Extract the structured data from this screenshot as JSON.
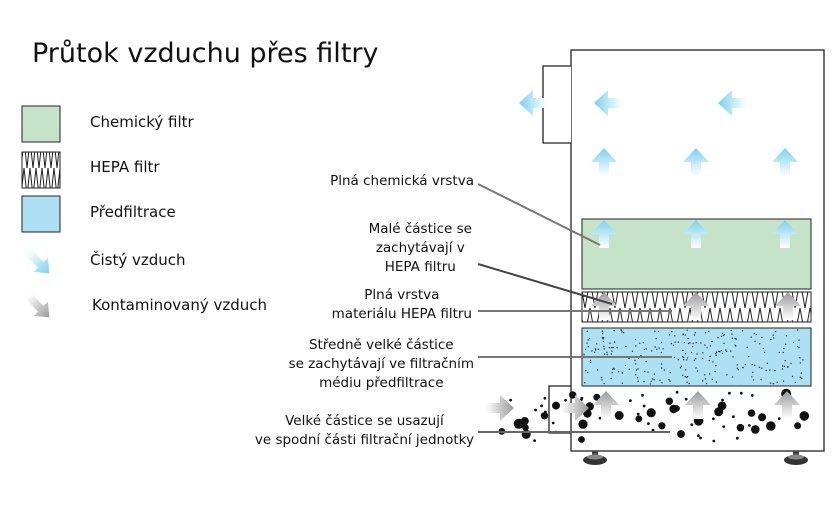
{
  "title": "Průtok vzduchu přes filtry",
  "legend": {
    "chemical_filter": "Chemický filtr",
    "hepa_filter": "HEPA filtr",
    "prefilter": "Předfiltrace",
    "clean_air": "Čistý vzduch",
    "contaminated_air": "Kontaminovaný vzduch"
  },
  "annotations": {
    "chemical_layer": [
      "Plná chemická vrstva"
    ],
    "small_particles": [
      "Malé částice se",
      "zachytávají v",
      "HEPA filtru"
    ],
    "hepa_material": [
      "Plná vrstva",
      "materiálu HEPA filtru"
    ],
    "medium_particles": [
      "Středně velké částice",
      "se zachytávají ve filtračním",
      "médiu předfiltrace"
    ],
    "large_particles": [
      "Velké částice se usazují",
      "ve spodní části filtrační jednotky"
    ]
  },
  "colors": {
    "chemical": "#c5e3c8",
    "prefilter": "#aee0f3",
    "clean_arrow": "#7cd0ef",
    "contaminated_arrow": "#a8a8a8",
    "outline": "#222222"
  }
}
